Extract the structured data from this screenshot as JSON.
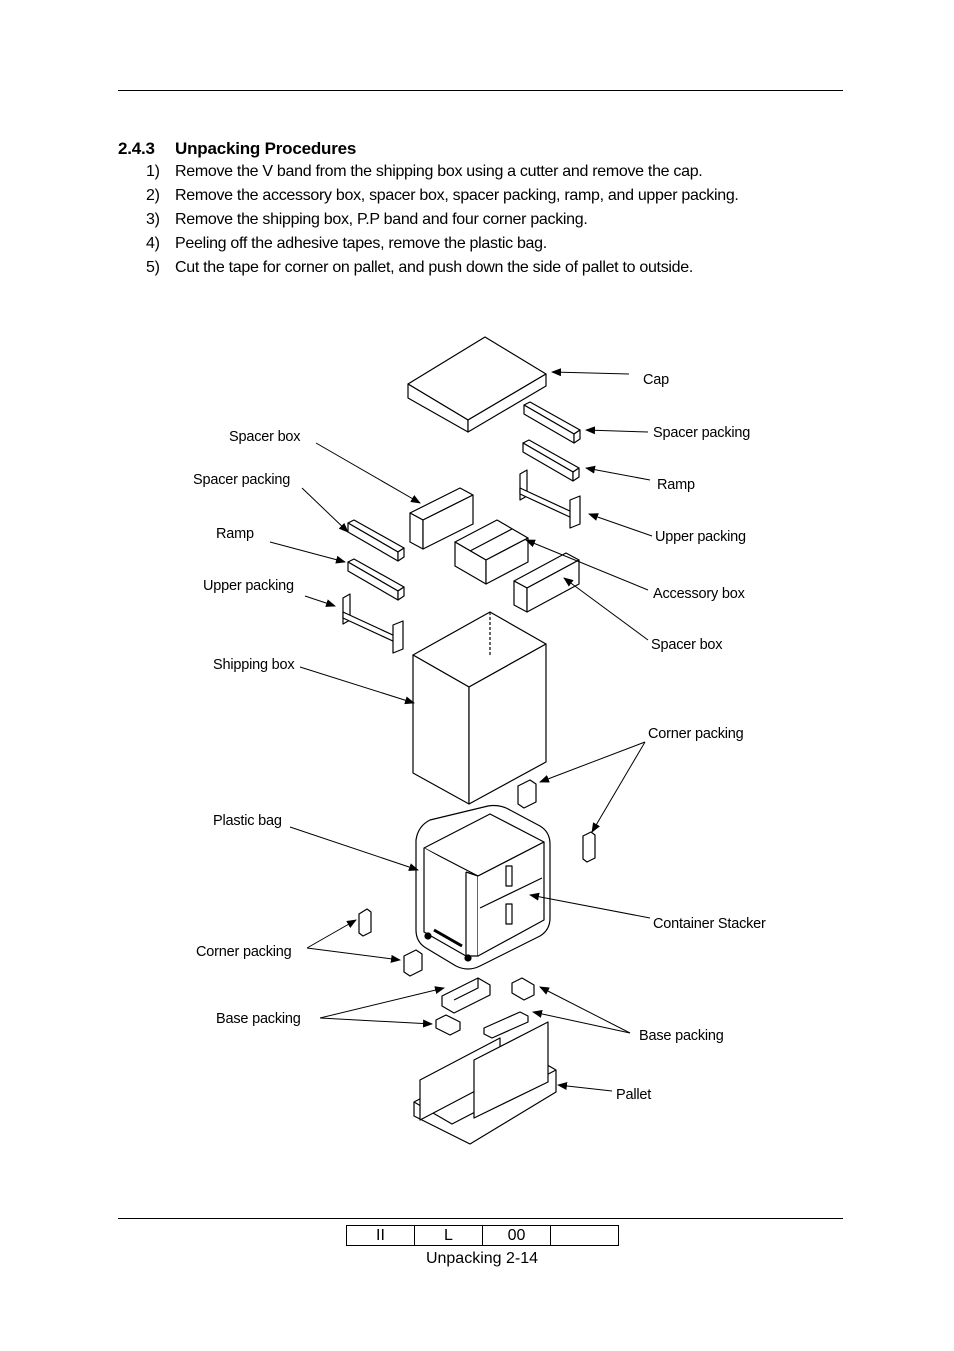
{
  "section": {
    "number": "2.4.3",
    "title": "Unpacking Procedures"
  },
  "steps": [
    {
      "n": "1)",
      "text": "Remove the V band from the shipping box using a cutter and remove the cap."
    },
    {
      "n": "2)",
      "text": "Remove the accessory box, spacer box, spacer packing, ramp, and upper packing."
    },
    {
      "n": "3)",
      "text": "Remove the shipping box, P.P band and four corner packing."
    },
    {
      "n": "4)",
      "text": "Peeling off the adhesive tapes, remove the plastic bag."
    },
    {
      "n": "5)",
      "text": "Cut the tape for corner on pallet, and push down the side of pallet to outside."
    }
  ],
  "diagram": {
    "labels": {
      "cap": "Cap",
      "spacer_packing_right": "Spacer packing",
      "ramp_right": "Ramp",
      "upper_packing_right": "Upper packing",
      "accessory_box": "Accessory box",
      "spacer_box_right": "Spacer box",
      "spacer_box_left": "Spacer box",
      "spacer_packing_left": "Spacer packing",
      "ramp_left": "Ramp",
      "upper_packing_left": "Upper packing",
      "shipping_box": "Shipping box",
      "corner_packing_right": "Corner packing",
      "plastic_bag": "Plastic bag",
      "container_stacker": "Container Stacker",
      "corner_packing_left": "Corner packing",
      "base_packing_left": "Base packing",
      "base_packing_right": "Base packing",
      "pallet": "Pallet"
    }
  },
  "footer": {
    "cells": [
      "II",
      "L",
      "00",
      ""
    ],
    "page_label": "Unpacking 2-14"
  }
}
